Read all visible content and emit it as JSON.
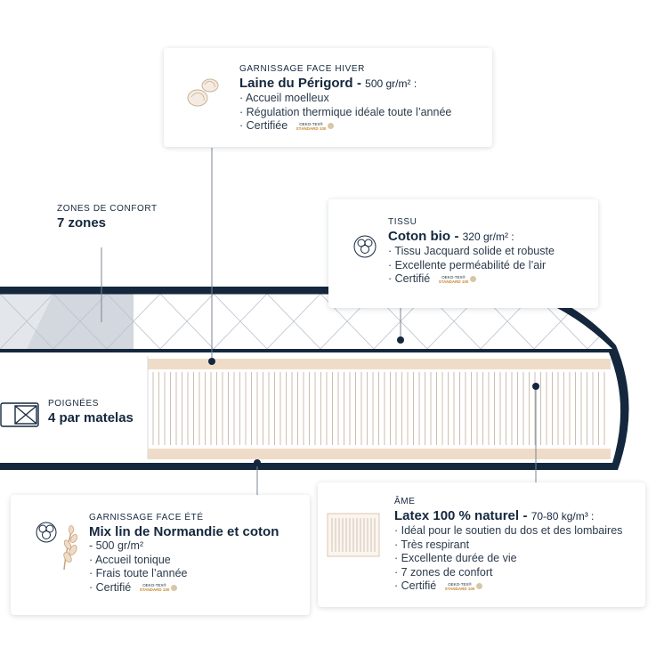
{
  "colors": {
    "navy": "#14273d",
    "cream": "#f6ebe2",
    "peach": "#efdcc8",
    "grey": "#c6ccd3"
  },
  "oeko": {
    "line1": "OEKO-TEX®",
    "line2": "STANDARD 100"
  },
  "winter": {
    "caption": "GARNISSAGE FACE HIVER",
    "title": "Laine du Périgord",
    "spec": "500 gr/m² :",
    "items": [
      "· Accueil moelleux",
      "· Régulation thermique idéale toute l’année",
      "· Certifiée"
    ],
    "icon": "wool-icon"
  },
  "comfort": {
    "caption": "ZONES DE CONFORT",
    "title": "7 zones"
  },
  "fabric": {
    "caption": "TISSU",
    "title": "Coton bio",
    "spec": "320 gr/m² :",
    "items": [
      "· Tissu Jacquard solide et robuste",
      "· Excellente perméabilité de l’air",
      "· Certifié"
    ],
    "icon": "cotton-flower-icon"
  },
  "handles": {
    "caption": "POIGNÉES",
    "title": "4 par matelas",
    "icon": "handle-icon"
  },
  "summer": {
    "caption": "GARNISSAGE FACE ÉTÉ",
    "title": "Mix lin de Normandie et coton",
    "items": [
      "- 500 gr/m²",
      "· Accueil tonique",
      "· Frais toute l’année",
      "· Certifié"
    ],
    "icon": "cotton-flax-icon"
  },
  "core": {
    "caption": "ÂME",
    "title": "Latex 100 % naturel",
    "spec": "70-80 kg/m³ :",
    "items": [
      "· Idéal pour le soutien du dos et des lombaires",
      "· Très respirant",
      "· Excellente durée de vie",
      "· 7 zones de confort",
      "· Certifié"
    ],
    "icon": "latex-block-icon"
  }
}
